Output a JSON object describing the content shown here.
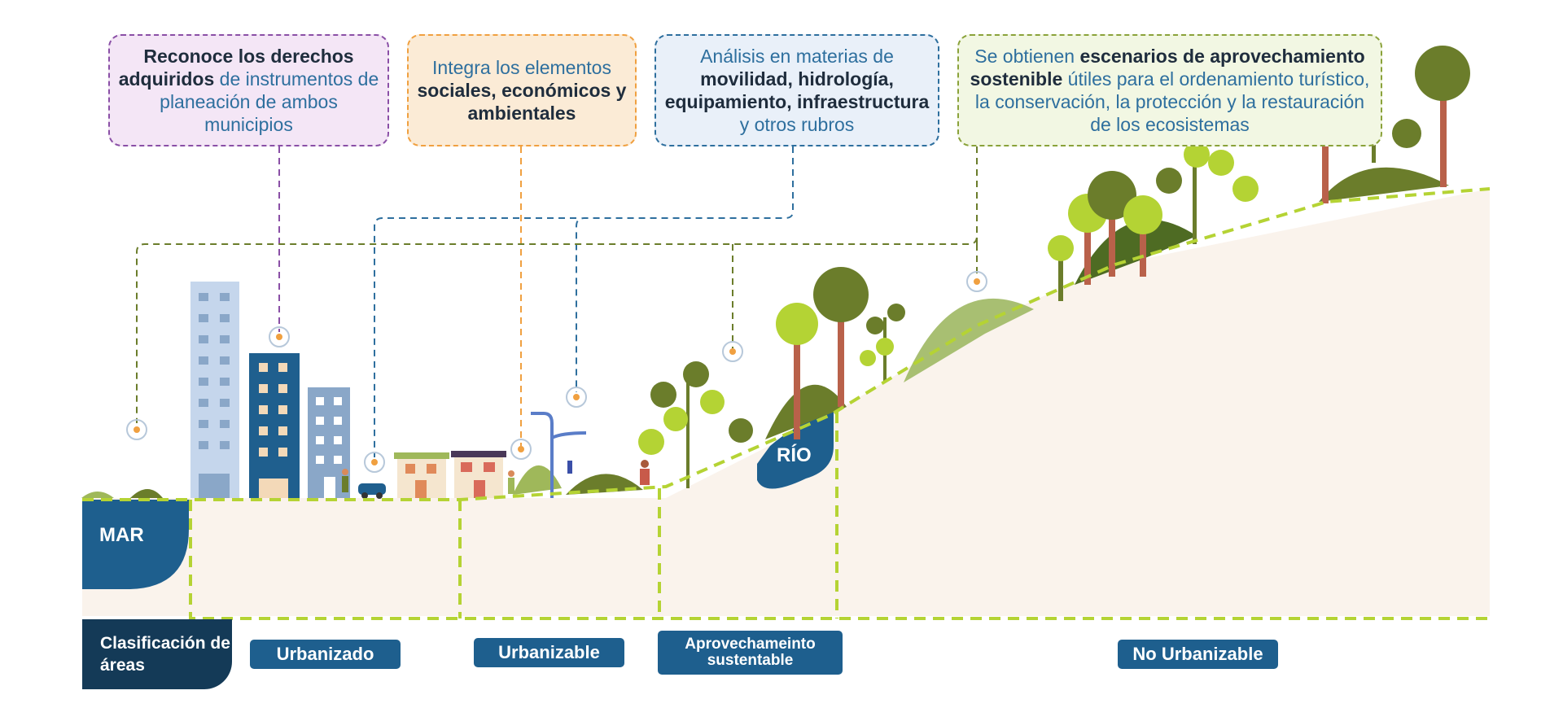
{
  "callouts": [
    {
      "parts": [
        {
          "text": "Reconoce los derechos adquiridos",
          "bold": true
        },
        {
          "text": " de instrumentos de planeación de ambos municipios",
          "bold": false
        }
      ]
    },
    {
      "parts": [
        {
          "text": "Integra los elementos ",
          "bold": false
        },
        {
          "text": "sociales, económicos y ambientales",
          "bold": true
        }
      ]
    },
    {
      "parts": [
        {
          "text": "Análisis en materias de ",
          "bold": false
        },
        {
          "text": "movilidad, hidrología, equipamiento, infraestructura",
          "bold": true
        },
        {
          "text": " y otros rubros",
          "bold": false
        }
      ]
    },
    {
      "parts": [
        {
          "text": "Se obtienen ",
          "bold": false
        },
        {
          "text": "escenarios de aprovechamiento sostenible",
          "bold": true
        },
        {
          "text": " útiles para el ordenamiento turístico, la conservación, la protección y la restauración de los ecosistemas",
          "bold": false
        }
      ]
    }
  ],
  "water": {
    "mar": "MAR",
    "rio": "RÍO"
  },
  "classification": {
    "title": "Clasificación de áreas",
    "areas": [
      "Urbanizado",
      "Urbanizable",
      "Aprovechameinto sustentable",
      "No Urbanizable"
    ]
  },
  "colors": {
    "ground": "#faf3ec",
    "dashed_line": "#b5d334",
    "water": "#1e5f8e",
    "dark_label": "#143a57",
    "tree_dark": "#6b7d2b",
    "tree_light": "#b4d334",
    "trunk": "#b9614a",
    "building_light": "#c5d6ec",
    "building_dark": "#1f5f8e",
    "building_mid": "#8aa7c8"
  },
  "icons": [
    "target-marker-icon",
    "building-icon",
    "house-icon",
    "tree-icon",
    "car-icon",
    "street-lamp-icon",
    "person-icon"
  ]
}
